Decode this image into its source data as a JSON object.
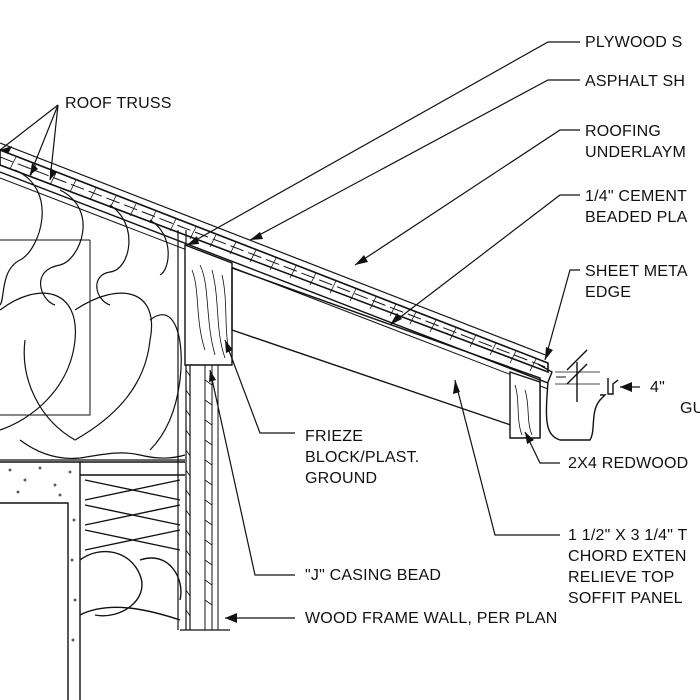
{
  "labels": {
    "roof_truss": "ROOF TRUSS",
    "plywood": "PLYWOOD S",
    "asphalt": "ASPHALT SH",
    "underlayment_1": "ROOFING",
    "underlayment_2": "UNDERLAYM",
    "cement_1": "1/4\" CEMENT",
    "cement_2": "BEADED PLA",
    "sheet_metal_1": "SHEET META",
    "sheet_metal_2": "EDGE",
    "gutter_1": "4\"",
    "gutter_2": "GU",
    "frieze_1": "FRIEZE",
    "frieze_2": "BLOCK/PLAST.",
    "frieze_3": "GROUND",
    "redwood": "2X4 REDWOOD",
    "chord_1": "1 1/2\" X 3 1/4\" T",
    "chord_2": "CHORD EXTEN",
    "chord_3": "RELIEVE TOP",
    "chord_4": "SOFFIT PANEL",
    "casing_bead": "\"J\" CASING BEAD",
    "wood_frame": "WOOD FRAME WALL,  PER PLAN"
  }
}
